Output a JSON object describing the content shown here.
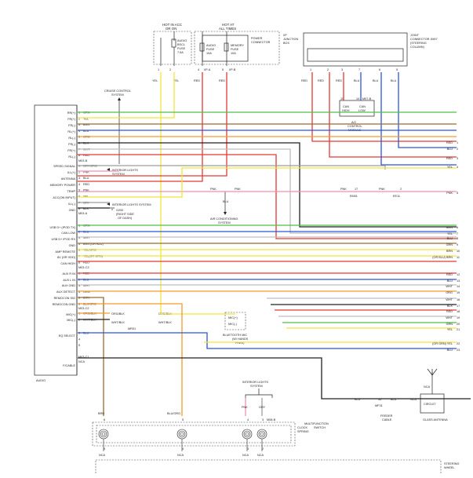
{
  "diagram": {
    "top_left_box": {
      "header": [
        "HOT IN ACC",
        "OR ON"
      ],
      "fuse": [
        "AUDIO",
        "BSCL",
        "FUSE",
        "7.5A"
      ],
      "pins": [
        "1",
        "2"
      ],
      "wires": [
        "YEL",
        "YEL"
      ]
    },
    "top_mid_box": {
      "header": [
        "HOT AT",
        "ALL TIMES"
      ],
      "title": [
        "POWER",
        "CONNECTOR"
      ],
      "fuse1": [
        "AUDIO",
        "FUSE",
        "10A"
      ],
      "fuse2": [
        "MEMORY",
        "FUSE",
        "10A"
      ],
      "pins": [
        "4",
        "5"
      ],
      "conn": [
        "I/P-A",
        "I/P-B"
      ],
      "wires": [
        "RED",
        "RED"
      ]
    },
    "junction_box_label": [
      "I/P",
      "JUNCTION",
      "BOX"
    ],
    "joint_connector": {
      "title": [
        "JOINT",
        "CONNECTOR JM07",
        "(STEERING",
        "COLUMN)"
      ],
      "pins": [
        "1",
        "2",
        "3",
        "7",
        "6",
        "5"
      ],
      "wires": [
        "RED",
        "RED",
        "RED",
        "BLU",
        "BLU",
        "BLU"
      ]
    },
    "can_module": {
      "pins": [
        "15",
        "14"
      ],
      "conn": "M07-B",
      "labels": [
        "CAN",
        "HIGH",
        "CAN",
        "LOW"
      ],
      "title": [
        "A/C",
        "CONTROL",
        "MODULE"
      ]
    },
    "cruise": [
      "CRUISE CONTROL",
      "SYSTEM"
    ],
    "interior1": [
      "INTERIOR LIGHTS",
      "SYSTEM"
    ],
    "interior2": "INTERIOR LIGHTS SYSTEM",
    "ground": [
      "G200",
      "(RIGHT SIDE",
      "OF DASH)"
    ],
    "ac_system": [
      "AIR CONDITIONING",
      "SYSTEM"
    ],
    "interior_top": [
      "INTERIOR LIGHTS",
      "SYSTEM"
    ],
    "pnk_labels": [
      "PNK",
      "BLU",
      "PNK",
      "PNK",
      "PNK"
    ],
    "em_labels": [
      "17",
      "EM01",
      "2",
      "EE11",
      "5"
    ],
    "audio_label": "AUDIO",
    "left_labels": [
      "RR(+)",
      "FR(+)",
      "FR(-)",
      "RL(+)",
      "RL(-)",
      "FR(-)",
      "FR(+)",
      "RL(-)",
      "SPEED SIGNAL",
      "ILL(+)",
      "ANTENNA",
      "MEMORY POWER",
      "TEMP",
      "ACC(ON INPUT)",
      "ILL(-)",
      "GND",
      "USB D+ (IPOD TX)",
      "CAN LOW",
      "USB D+ IPOD RX",
      "GND",
      "AMP REMOTE",
      "8V (OR VDD)",
      "CAN HIGH",
      "AUX R IN",
      "AUX L IN",
      "AUX GND",
      "AUX DETECT",
      "REMOCON SIG",
      "REMOCON GND",
      "MIC(+)",
      "MIC(-)",
      "EQ SELECT",
      "F/CABLE"
    ],
    "connector_labels": [
      "M03-B",
      "M03-A",
      "M03-C3",
      "M03-C2",
      "M03-C1",
      "NCA"
    ],
    "pin_rows": [
      {
        "n": "1",
        "w": "GRN"
      },
      {
        "n": "2",
        "w": "YEL"
      },
      {
        "n": "3",
        "w": "BRN"
      },
      {
        "n": "4",
        "w": "BLU"
      },
      {
        "n": "5",
        "w": "ORG"
      },
      {
        "n": "6",
        "w": "BLK"
      },
      {
        "n": "7",
        "w": "WHT"
      },
      {
        "n": "8",
        "w": "RED"
      },
      {
        "n": "1",
        "w": "GRY/ORG"
      },
      {
        "n": "2",
        "w": "PNK"
      },
      {
        "n": "3",
        "w": "BLU"
      },
      {
        "n": "4",
        "w": "RED"
      },
      {
        "n": "5",
        "w": "PNK"
      },
      {
        "n": "6",
        "w": "YEL"
      },
      {
        "n": "7",
        "w": "GRY"
      },
      {
        "n": "8",
        "w": "BLK"
      },
      {
        "n": "1",
        "w": "GRN"
      },
      {
        "n": "2",
        "w": "BLU"
      },
      {
        "n": "4",
        "w": "WHT"
      },
      {
        "n": "5",
        "w": "BRN (OR BLU)"
      },
      {
        "n": "6",
        "w": "YEL/ORG"
      },
      {
        "n": "7",
        "w": "YEL(OR GRN)"
      },
      {
        "n": "8",
        "w": "RED"
      },
      {
        "n": "1",
        "w": "RED"
      },
      {
        "n": "2",
        "w": "BLU"
      },
      {
        "n": "3",
        "w": "WHT"
      },
      {
        "n": "4",
        "w": "ORG"
      },
      {
        "n": "5",
        "w": "BRN"
      },
      {
        "n": "6",
        "w": "BLK/ORG"
      },
      {
        "n": "1",
        "w": "ORG/BLK"
      },
      {
        "n": "2",
        "w": "WHT/BLK"
      },
      {
        "n": "3",
        "w": "BLU"
      },
      {
        "n": "4",
        "w": ""
      },
      {
        "n": "5",
        "w": ""
      }
    ],
    "mic_labels": [
      "ORG/BLK",
      "WHT/BLK",
      "ORG/BLK",
      "WHT/BLK",
      "MIC(+)",
      "MIC(-)",
      "MR01",
      "BLUETOOTH MIC",
      "(W/ HANDS",
      "FREE)"
    ],
    "right_labels": [
      {
        "w": "RED",
        "n": "1"
      },
      {
        "w": "BLU",
        "n": "2"
      },
      {
        "w": "RED",
        "n": "3"
      },
      {
        "w": "YEL",
        "n": "4"
      },
      {
        "w": "PNK",
        "n": "5"
      },
      {
        "w": "BRN",
        "n": "6"
      },
      {
        "w": "YEL",
        "n": "7"
      },
      {
        "w": "BLU",
        "n": "8"
      },
      {
        "w": "GRN",
        "n": "9"
      },
      {
        "w": "BRN",
        "n": "10"
      },
      {
        "w": "(OR BLU) BRN",
        "n": "11"
      },
      {
        "w": "RED",
        "n": "12"
      },
      {
        "w": "BLU",
        "n": "13"
      },
      {
        "w": "WHT",
        "n": "14"
      },
      {
        "w": "ORG",
        "n": "15"
      },
      {
        "w": "WHT",
        "n": "16"
      },
      {
        "w": "BLK",
        "n": "17"
      },
      {
        "w": "RED",
        "n": "18"
      },
      {
        "w": "WHT",
        "n": "19"
      },
      {
        "w": "GRN",
        "n": "20"
      },
      {
        "w": "YEL",
        "n": "21"
      },
      {
        "w": "(OR GRN) YEL",
        "n": "22"
      },
      {
        "w": "BLU",
        "n": "23"
      }
    ],
    "bottom": {
      "wires_top": [
        "BRN",
        "BLU/ORG",
        "PNK",
        "GRY"
      ],
      "clock_spring": [
        "MULTIFUNCTION",
        "SWITCH"
      ],
      "clock": [
        "CLOCK",
        "SPRING"
      ],
      "pins_top": [
        "6",
        "5",
        "4",
        "3",
        "1"
      ],
      "pins_bot": [
        "5",
        "4",
        "3",
        "2"
      ],
      "nca": [
        "NCA",
        "NCA",
        "NCA",
        "NCA"
      ],
      "m": "M08-B",
      "feeder": [
        "FEEDER",
        "CABLE"
      ],
      "mf": [
        "35",
        "MF31"
      ],
      "blu": [
        "BLU",
        "BLU",
        "NCA"
      ],
      "glass": "GLASS ANTENNA",
      "circuit": "CIRCUIT",
      "steering": [
        "STEERING",
        "WHEEL"
      ]
    }
  }
}
